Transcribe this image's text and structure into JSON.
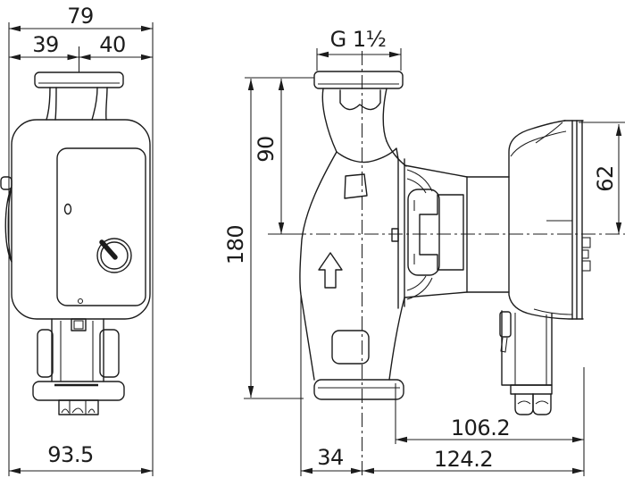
{
  "drawing": {
    "kind": "technical dimensional drawing",
    "subject": "circulation pump, front view and side view",
    "units_note": "",
    "colors": {
      "line": "#1c1c1c",
      "background": "#ffffff"
    }
  },
  "dims": {
    "front_total_width": "79",
    "front_left_half": "39",
    "front_right_half": "40",
    "front_bottom_width": "93.5",
    "thread_size": "G 1½",
    "center_to_port_top": "90",
    "port_to_port": "180",
    "center_to_motor_top": "62",
    "flange_to_motor_end": "106.2",
    "axis_to_motor_end": "124.2",
    "axis_to_volute_front": "34"
  }
}
